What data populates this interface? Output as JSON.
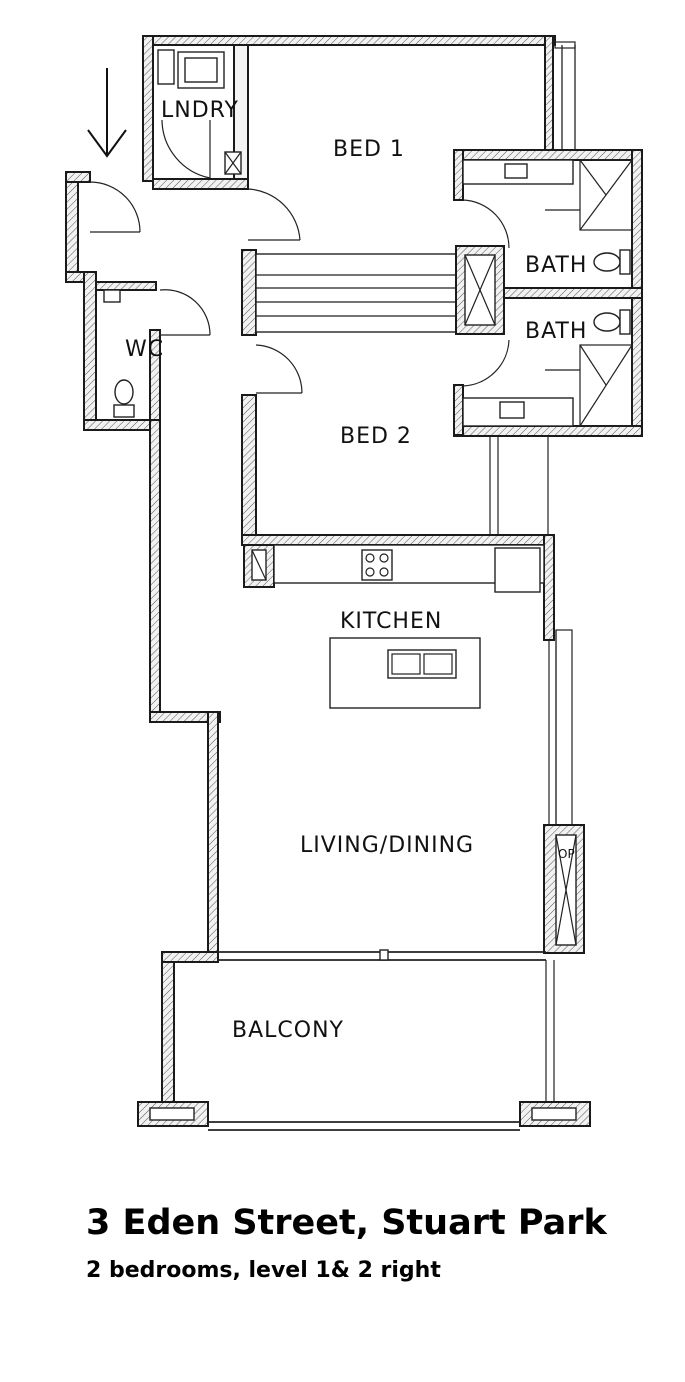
{
  "plan": {
    "rooms": {
      "laundry": "LNDRY",
      "bed1": "BED 1",
      "bed2": "BED 2",
      "bath1": "BATH",
      "bath2": "BATH",
      "wc": "WC",
      "kitchen": "KITCHEN",
      "living": "LIVING/DINING",
      "balcony": "BALCONY",
      "op": "OP"
    }
  },
  "caption": {
    "title": "3 Eden Street, Stuart Park",
    "subtitle": "2 bedrooms, level 1& 2 right"
  }
}
